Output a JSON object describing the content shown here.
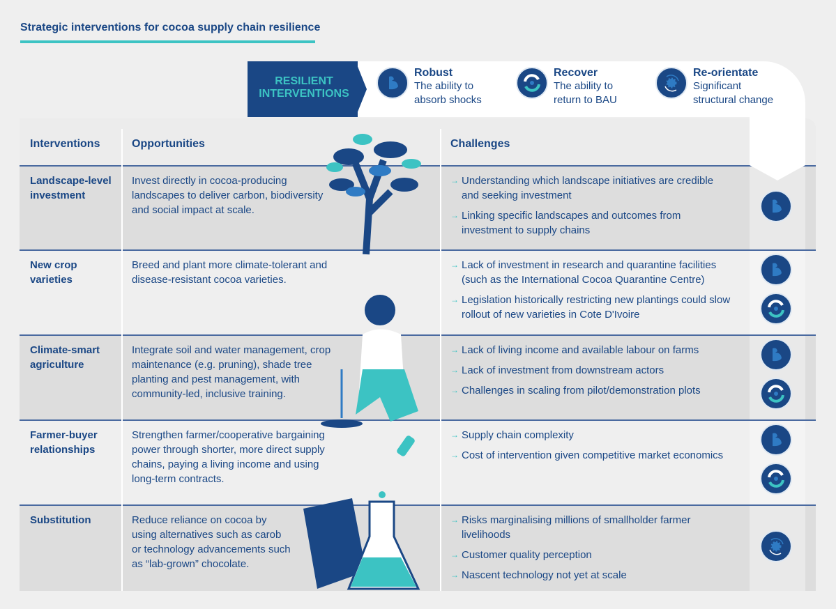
{
  "title": "Strategic interventions for cocoa supply chain resilience",
  "banner": {
    "label_line1": "RESILIENT",
    "label_line2": "INTERVENTIONS",
    "legend": [
      {
        "icon": "robust-icon",
        "name": "Robust",
        "desc1": "The ability to",
        "desc2": "absorb shocks"
      },
      {
        "icon": "recover-icon",
        "name": "Recover",
        "desc1": "The ability to",
        "desc2": "return to BAU"
      },
      {
        "icon": "reorientate-icon",
        "name": "Re-orientate",
        "desc1": "Significant",
        "desc2": "structural change"
      }
    ]
  },
  "headers": {
    "interventions": "Interventions",
    "opportunities": "Opportunities",
    "challenges": "Challenges"
  },
  "rows": [
    {
      "name": "Landscape-level investment",
      "opportunity": "Invest directly in cocoa-producing landscapes to deliver carbon, biodiversity and social impact at scale.",
      "challenges": [
        "Understanding which landscape initiatives are credible and seeking investment",
        "Linking specific landscapes and outcomes from investment to supply chains"
      ],
      "icons": [
        "robust"
      ]
    },
    {
      "name": "New crop varieties",
      "opportunity": "Breed and plant more climate-tolerant and disease-resistant cocoa varieties.",
      "challenges": [
        "Lack of investment in research and quarantine facilities (such as the International Cocoa Quarantine Centre)",
        "Legislation historically restricting new plantings could slow rollout of new varieties in Cote D'Ivoire"
      ],
      "icons": [
        "robust",
        "recover"
      ]
    },
    {
      "name": "Climate-smart agriculture",
      "opportunity": "Integrate soil and water management, crop maintenance (e.g. pruning), shade tree planting and pest management, with community-led, inclusive training.",
      "challenges": [
        "Lack of living income and available labour on farms",
        "Lack of investment from downstream actors",
        "Challenges in scaling from pilot/demonstration plots"
      ],
      "icons": [
        "robust",
        "recover"
      ]
    },
    {
      "name": "Farmer-buyer relationships",
      "opportunity": "Strengthen farmer/cooperative bargaining power through shorter, more direct supply chains, paying a living income and using long-term contracts.",
      "challenges": [
        "Supply chain complexity",
        "Cost of intervention given competitive market economics"
      ],
      "icons": [
        "robust",
        "recover"
      ]
    },
    {
      "name": "Substitution",
      "opportunity": "Reduce reliance on cocoa by using alternatives such as carob or technology advancements such as “lab-grown” chocolate.",
      "challenges": [
        "Risks marginalising millions of smallholder farmer livelihoods",
        "Customer quality perception",
        "Nascent technology not yet at scale"
      ],
      "icons": [
        "reorientate"
      ]
    }
  ],
  "colors": {
    "navy": "#1a4785",
    "teal": "#3cc3c3",
    "mid": "#2f7bc4"
  }
}
